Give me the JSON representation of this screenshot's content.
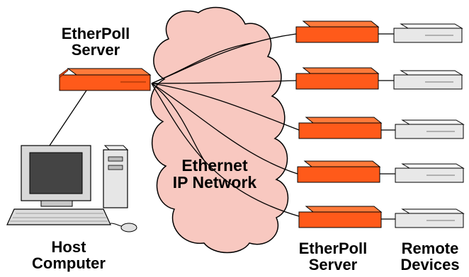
{
  "labels": {
    "server_top_line1": "EtherPoll",
    "server_top_line2": "Server",
    "cloud_line1": "Ethernet",
    "cloud_line2": "IP Network",
    "host_line1": "Host",
    "host_line2": "Computer",
    "server_bottom_line1": "EtherPoll",
    "server_bottom_line2": "Server",
    "remote_line1": "Remote",
    "remote_line2": "Devices"
  },
  "colors": {
    "server_orange": "#ff5a1a",
    "server_dark": "#c83c0a",
    "cloud_pink": "#f8c8c0",
    "device_grey": "#e8e8e8",
    "outline": "#000000"
  }
}
